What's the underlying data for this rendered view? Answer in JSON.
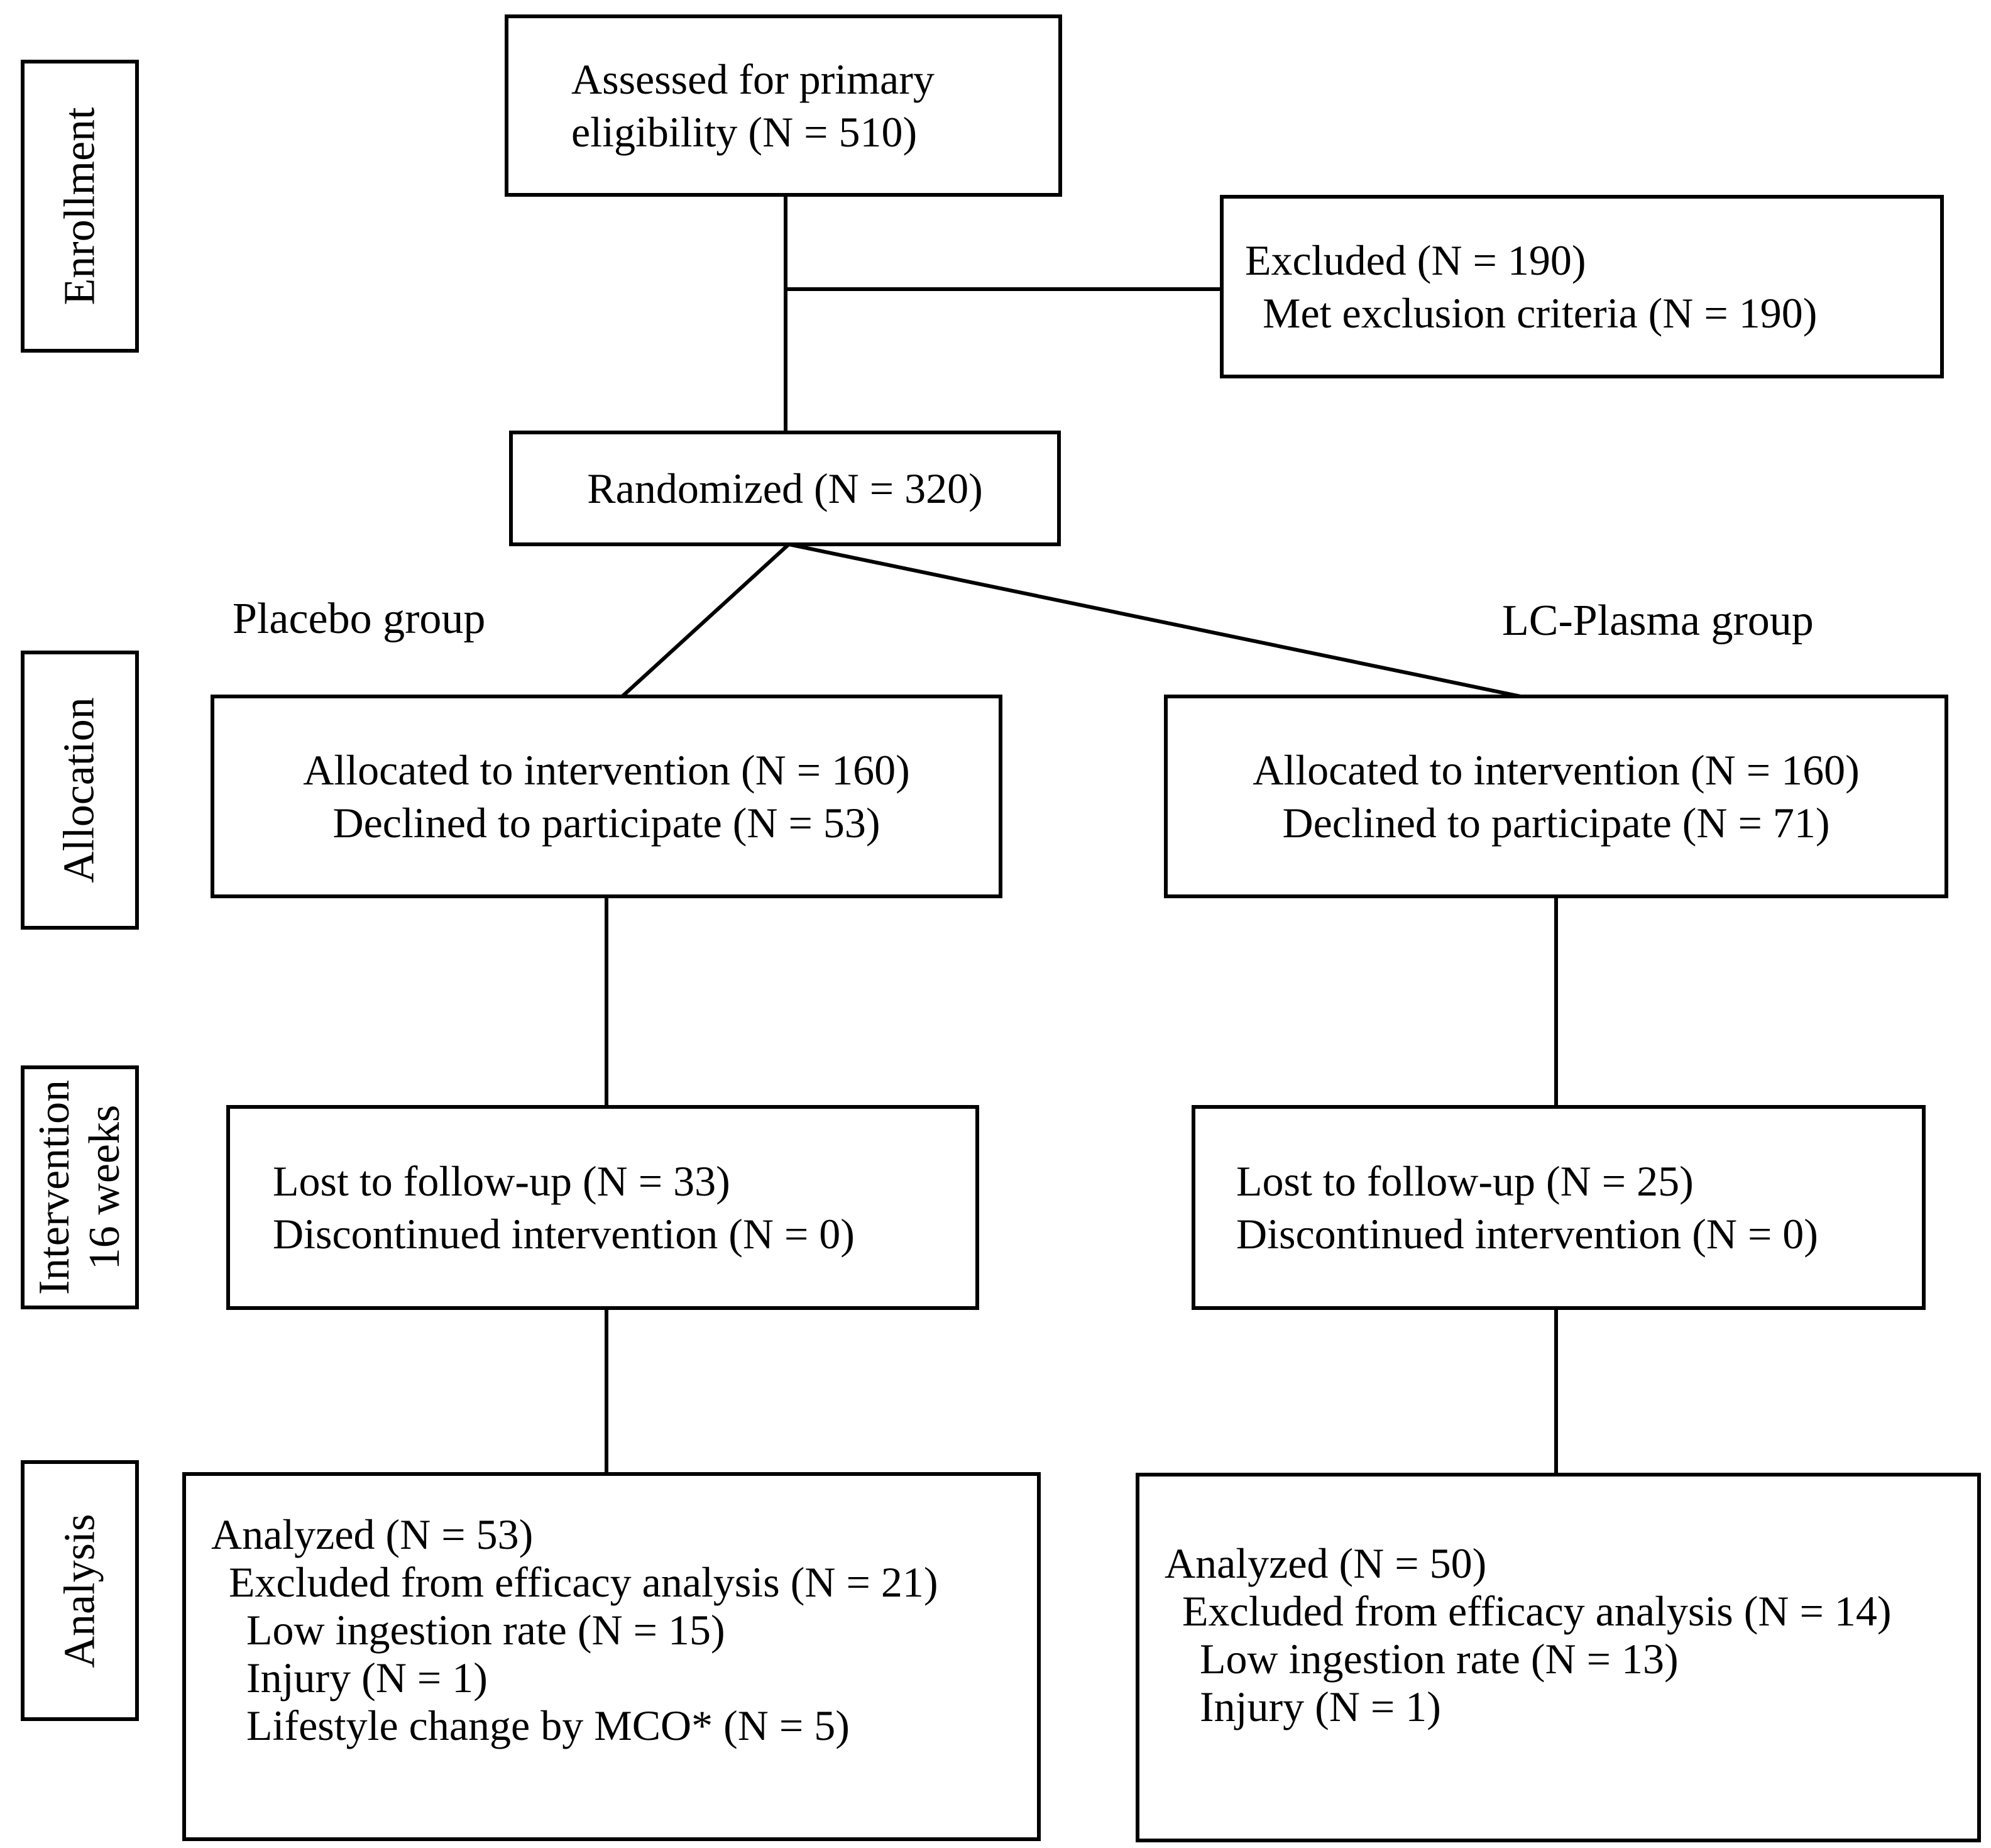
{
  "colors": {
    "background": "#ffffff",
    "line": "#000000",
    "text": "#000000"
  },
  "stage_labels": [
    {
      "id": "enrollment",
      "lines": [
        "Enrollment"
      ]
    },
    {
      "id": "allocation",
      "lines": [
        "Allocation"
      ]
    },
    {
      "id": "intervention",
      "lines": [
        "Intervention",
        "16 weeks"
      ]
    },
    {
      "id": "analysis",
      "lines": [
        "Analysis"
      ]
    }
  ],
  "group_labels": {
    "left": "Placebo group",
    "right": "LC-Plasma group"
  },
  "boxes": {
    "assessed": {
      "lines": [
        "Assessed for primary",
        "eligibility (N = 510)"
      ]
    },
    "excluded": {
      "lines": [
        "Excluded (N = 190)",
        "Met exclusion criteria (N = 190)"
      ]
    },
    "randomized": {
      "lines": [
        "Randomized (N = 320)"
      ]
    },
    "alloc_left": {
      "lines": [
        "Allocated to intervention (N = 160)",
        "Declined to participate (N = 53)"
      ]
    },
    "alloc_right": {
      "lines": [
        "Allocated to intervention (N = 160)",
        "Declined to participate (N = 71)"
      ]
    },
    "interv_left": {
      "lines": [
        "Lost to follow-up (N = 33)",
        "Discontinued intervention (N = 0)"
      ]
    },
    "interv_right": {
      "lines": [
        "Lost to follow-up (N = 25)",
        "Discontinued intervention (N = 0)"
      ]
    },
    "analysis_left": {
      "lines": [
        "Analyzed (N = 53)",
        "Excluded from efficacy analysis (N = 21)",
        "Low ingestion rate (N = 15)",
        "Injury (N = 1)",
        "Lifestyle change by MCO* (N = 5)"
      ]
    },
    "analysis_right": {
      "lines": [
        "Analyzed (N = 50)",
        "Excluded from efficacy analysis (N = 14)",
        "Low ingestion rate (N = 13)",
        "Injury (N = 1)"
      ]
    }
  }
}
